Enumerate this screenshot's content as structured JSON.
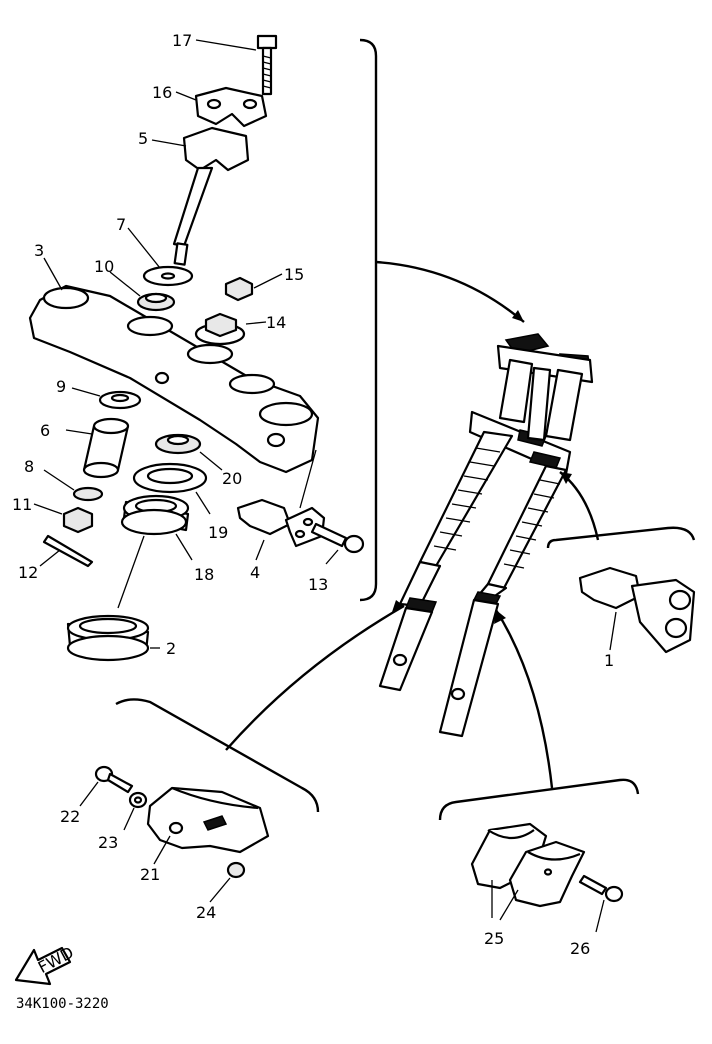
{
  "labels": {
    "l1": "1",
    "l2": "2",
    "l3": "3",
    "l4": "4",
    "l5": "5",
    "l6": "6",
    "l7": "7",
    "l8": "8",
    "l9": "9",
    "l10": "10",
    "l11": "11",
    "l12": "12",
    "l13": "13",
    "l14": "14",
    "l15": "15",
    "l16": "16",
    "l17": "17",
    "l18": "18",
    "l19": "19",
    "l20": "20",
    "l21": "21",
    "l22": "22",
    "l23": "23",
    "l24": "24",
    "l25": "25",
    "l26": "26"
  },
  "fwd_label": "FWD",
  "diagram_code": "34K100-3220"
}
